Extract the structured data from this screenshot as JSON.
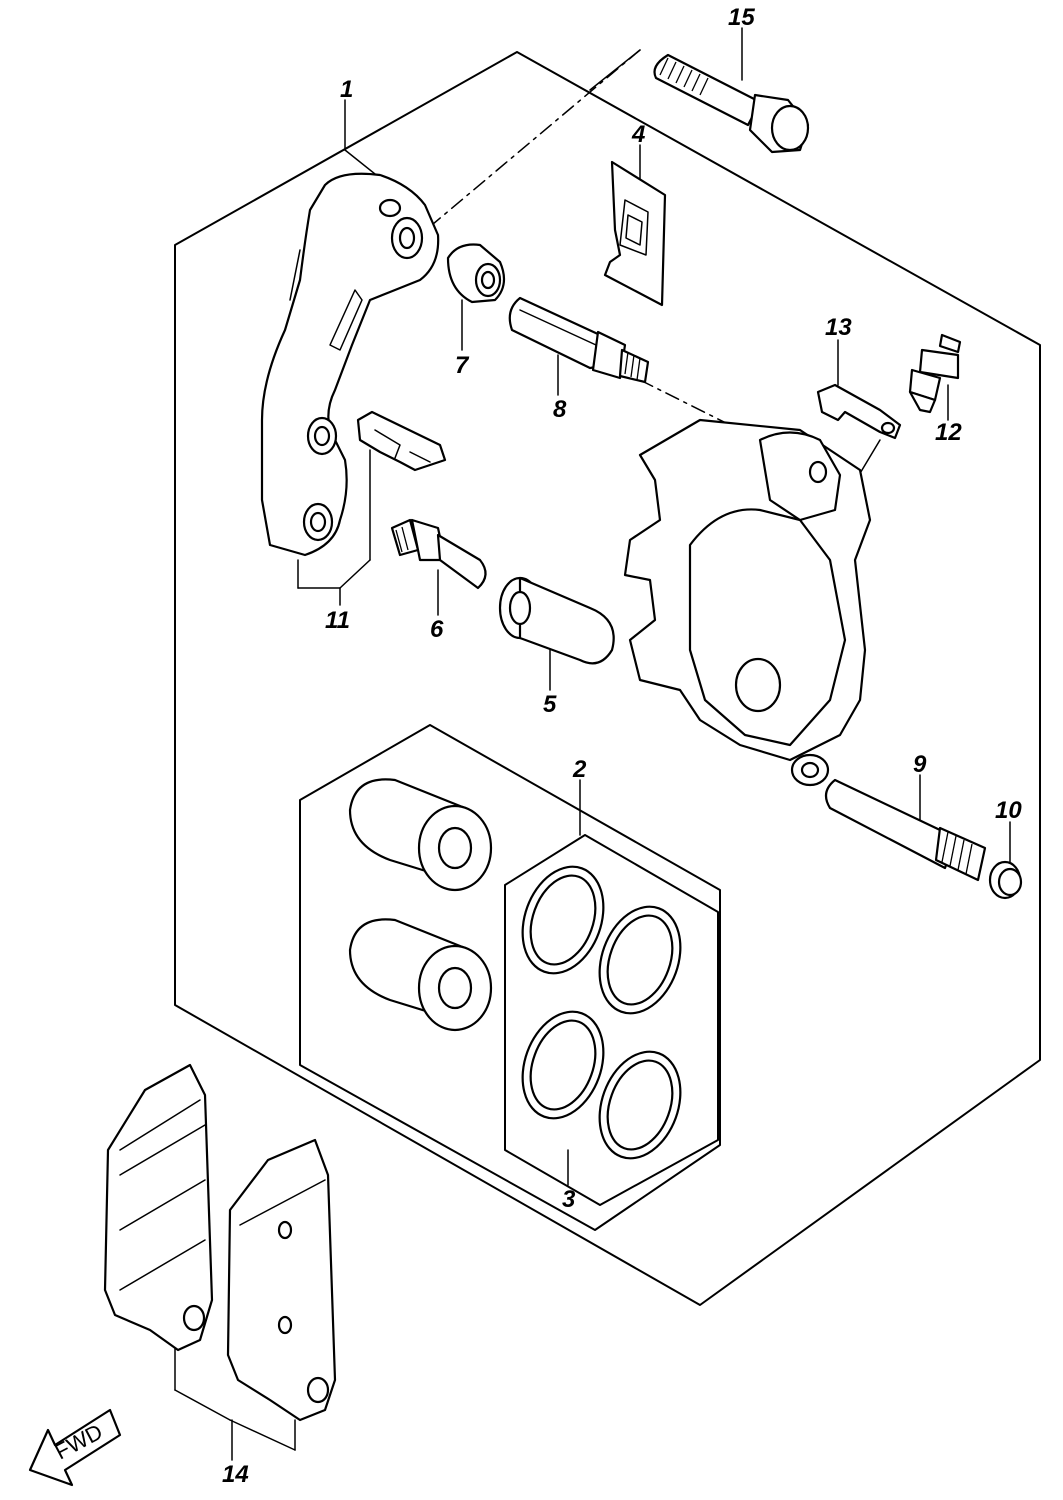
{
  "callouts": {
    "p1": "1",
    "p2": "2",
    "p3": "3",
    "p4": "4",
    "p5": "5",
    "p6": "6",
    "p7": "7",
    "p8": "8",
    "p9": "9",
    "p10": "10",
    "p11": "11",
    "p12": "12",
    "p13": "13",
    "p14": "14",
    "p15": "15"
  },
  "direction_arrow": {
    "label": "FWD",
    "icon": "fwd-arrow-icon"
  }
}
